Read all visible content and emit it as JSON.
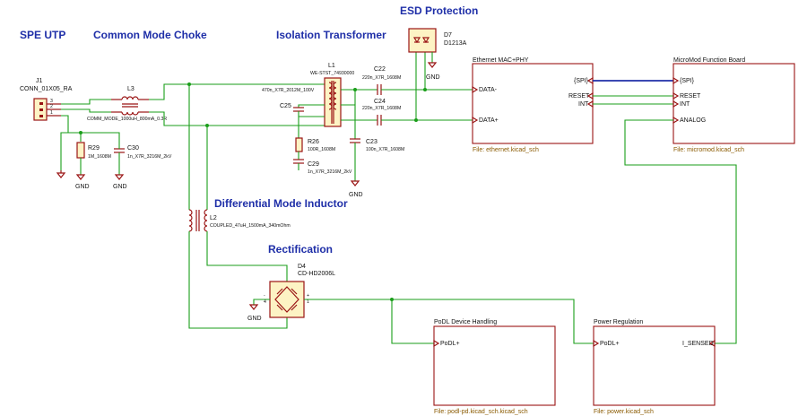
{
  "titles": {
    "spe": "SPE UTP",
    "cmc": "Common Mode Choke",
    "iso": "Isolation Transformer",
    "esd": "ESD Protection",
    "dmi": "Differential Mode Inductor",
    "rect": "Rectification"
  },
  "parts": {
    "j1_ref": "J1",
    "j1_val": "CONN_01X05_RA",
    "j1_pin3": "3",
    "j1_pin2": "2",
    "j1_pin1": "1",
    "l3_ref": "L3",
    "l3_val": "COMM_MODE_1000uH_800mA_0.3R",
    "r29_ref": "R29",
    "r29_val": "1M_1608M",
    "c30_ref": "C30",
    "c30_val": "1n_X7R_3216M_2kV",
    "l1_ref": "L1",
    "l1_val": "WE-STST_74930000",
    "c25_ref": "C25",
    "c25_val": "470n_X7R_2012M_100V",
    "r26_ref": "R26",
    "r26_val": "100R_1608M",
    "c29_ref": "C29",
    "c29_val": "1n_X7R_3216M_2kV",
    "c22_ref": "C22",
    "c22_val": "220n_X7R_1608M",
    "c24_ref": "C24",
    "c24_val": "220n_X7R_1608M",
    "c23_ref": "C23",
    "c23_val": "100n_X7R_1608M",
    "d7_ref": "D7",
    "d7_val": "D1213A",
    "l2_ref": "L2",
    "l2_val": "COUPLED_47uH_1500mA_340mOhm",
    "d4_ref": "D4",
    "d4_val": "CD-HD2006L",
    "d4_pin_plus": "+",
    "d4_pin_minus": "-",
    "d4_pin1": "1",
    "d4_pin4": "4"
  },
  "power": {
    "gnd1": "GND",
    "gnd2": "GND",
    "gnd3": "GND",
    "gnd4": "GND",
    "gnd5": "GND"
  },
  "sheets": {
    "eth": {
      "name": "Ethernet MAC+PHY",
      "file": "File: ethernet.kicad_sch",
      "pin_dm": "DATA-",
      "pin_dp": "DATA+",
      "pin_spi": "{SPI}",
      "pin_reset": "RESET",
      "pin_int": "INT"
    },
    "mm": {
      "name": "MicroMod Function Board",
      "file": "File: micromod.kicad_sch",
      "pin_spi": "{SPI}",
      "pin_reset": "RESET",
      "pin_int": "INT",
      "pin_analog": "ANALOG"
    },
    "podl": {
      "name": "PoDL Device Handling",
      "file": "File: podl-pd.kicad_sch.kicad_sch",
      "pin_podl": "PoDL+"
    },
    "pwr": {
      "name": "Power Regulation",
      "file": "File: power.kicad_sch",
      "pin_podl": "PoDL+",
      "pin_isensed": "I_SENSED"
    }
  }
}
